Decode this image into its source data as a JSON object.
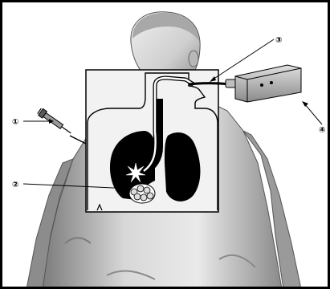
{
  "figure": {
    "callouts": [
      {
        "id": "1",
        "text": "①"
      },
      {
        "id": "2",
        "text": "②"
      },
      {
        "id": "3",
        "text": "③"
      },
      {
        "id": "4",
        "text": "④"
      }
    ]
  },
  "colors": {
    "frame": "#000000",
    "skin_light": "#e6e6e6",
    "skin_mid": "#bdbdbd",
    "skin_dark": "#6a6a6a",
    "panel": "#f2f2f2",
    "organ": "#000000"
  },
  "icons": [
    "syringe-icon",
    "endoscope-probe-icon",
    "monitor-device-icon",
    "tumor-cluster-icon",
    "burst-icon"
  ]
}
